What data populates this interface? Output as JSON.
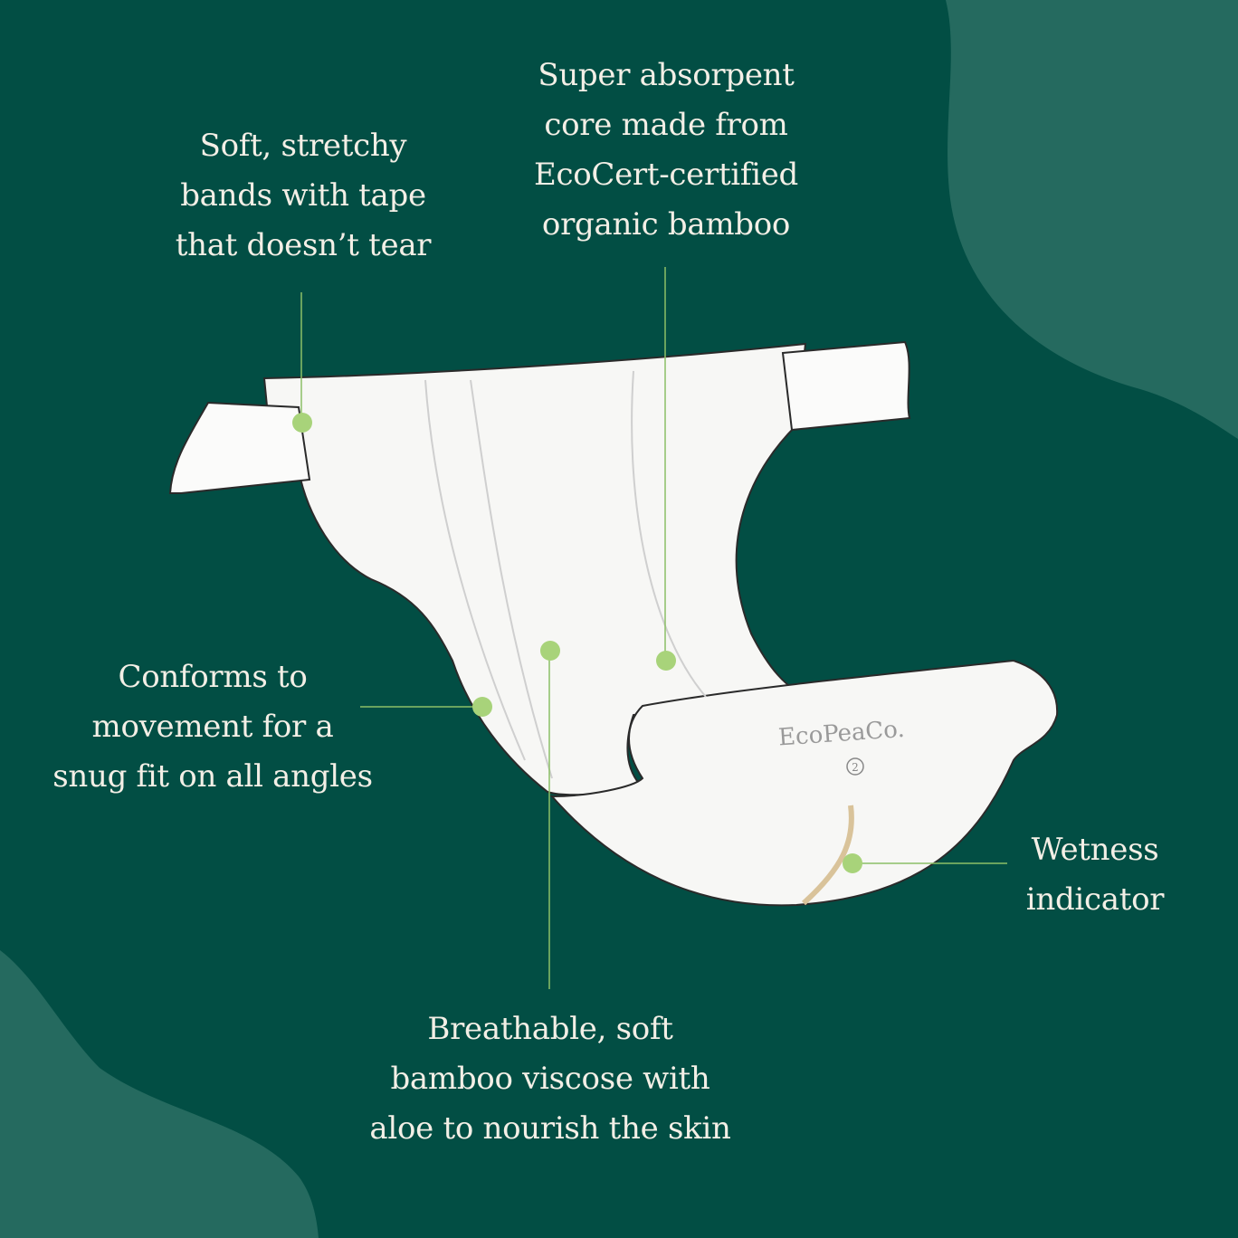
{
  "callouts": {
    "bands": "Soft, stretchy\nbands with tape\nthat doesn’t tear",
    "core": "Super absorpent\ncore made from\nEcoCert-certified\norganic bamboo",
    "conforms": "Conforms to\nmovement for a\nsnug fit on all angles",
    "wetness": "Wetness\nindicator",
    "breathable": "Breathable, soft\nbamboo viscose with\naloe to nourish the skin"
  },
  "product": {
    "brand": "EcoPeaCo.",
    "size_mark": "2"
  },
  "colors": {
    "background": "#024e44",
    "blob": "#256a5f",
    "dot": "#a8d37a",
    "line": "#8cbf67",
    "text": "#f3efe6"
  }
}
